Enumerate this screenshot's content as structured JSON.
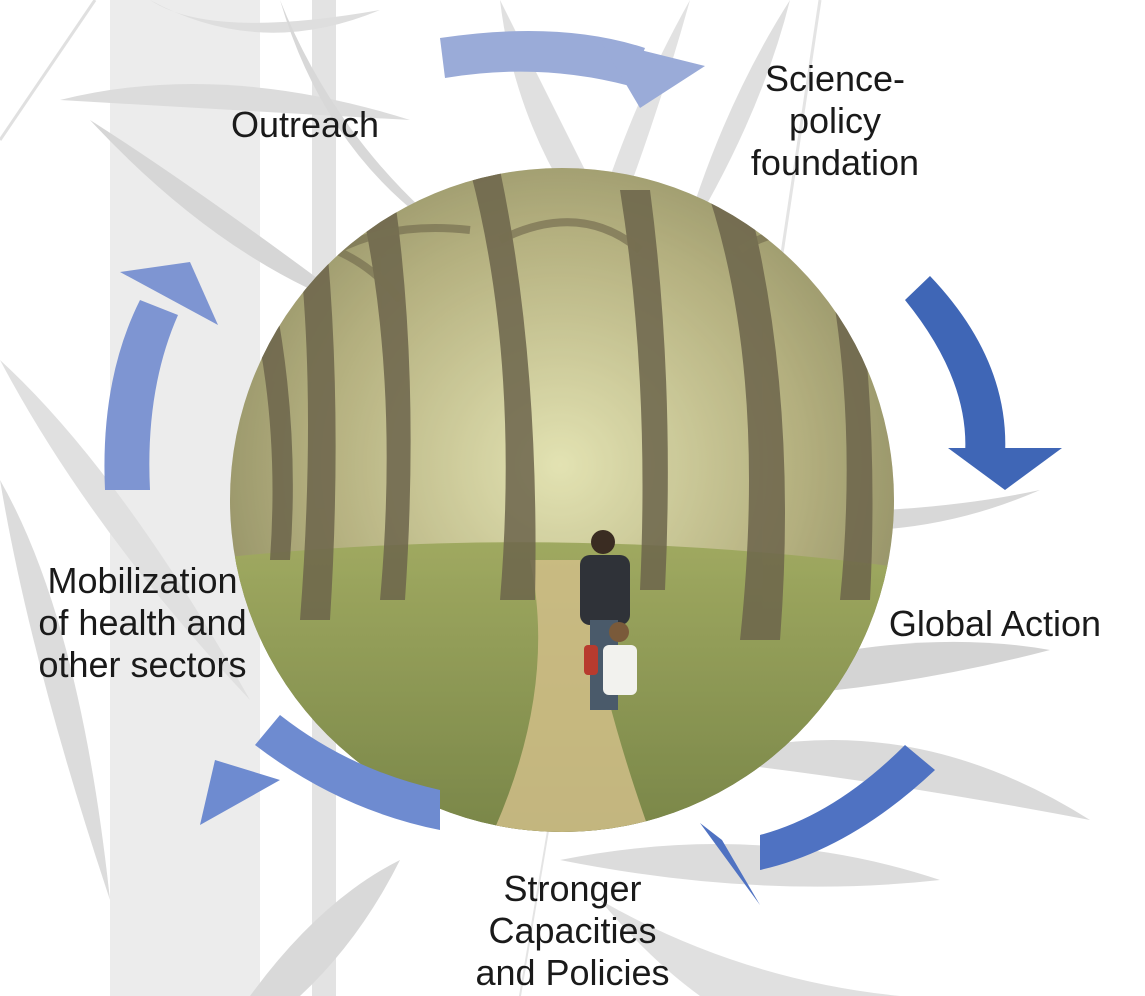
{
  "cycle": {
    "steps": [
      {
        "id": "outreach",
        "label": "Outreach"
      },
      {
        "id": "science-policy",
        "label": "Science-\npolicy\nfoundation"
      },
      {
        "id": "global-action",
        "label": "Global Action"
      },
      {
        "id": "stronger-capacities",
        "label": "Stronger\nCapacities\nand Policies"
      },
      {
        "id": "mobilization",
        "label": "Mobilization\nof health and\nother sectors"
      }
    ],
    "photo": {
      "subject": "forest-path-photo"
    }
  },
  "colors": {
    "arrow_light": "#9aabd8",
    "arrow_mid": "#6e8bd0",
    "arrow_dark": "#3f66b6",
    "bamboo_leaf": "#dcdcdc",
    "bamboo_stem": "#e6e6e6"
  }
}
